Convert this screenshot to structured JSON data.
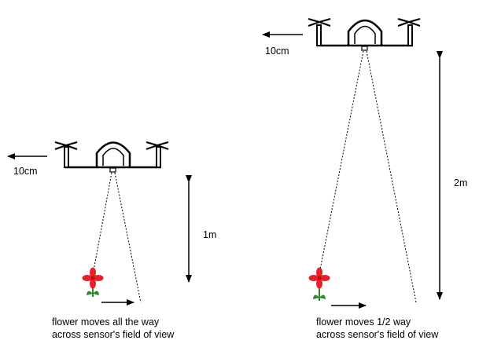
{
  "left_scene": {
    "movement_label": "10cm",
    "height_label": "1m",
    "caption_line1": "flower moves all the way",
    "caption_line2": "across sensor's field of view"
  },
  "right_scene": {
    "movement_label": "10cm",
    "height_label": "2m",
    "caption_line1": "flower moves 1/2 way",
    "caption_line2": "across sensor's field of view"
  },
  "colors": {
    "line": "#000000",
    "petal": "#e8202a",
    "stem": "#2a8a2a"
  }
}
